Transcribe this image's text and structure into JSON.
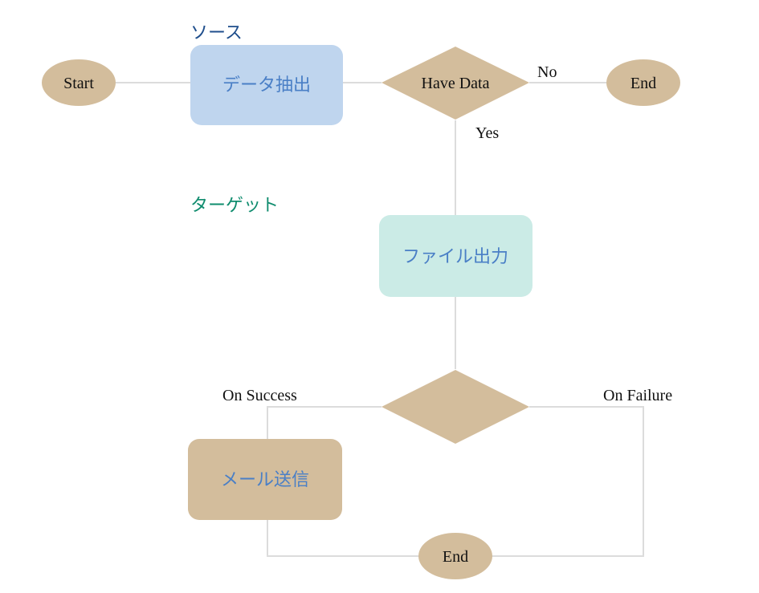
{
  "section_labels": {
    "source": "ソース",
    "target": "ターゲット"
  },
  "nodes": {
    "start": "Start",
    "extract": "データ抽出",
    "have_data": "Have Data",
    "end_no": "End",
    "file_output": "ファイル出力",
    "result_decision": "",
    "send_mail": "メール送信",
    "end_final": "End"
  },
  "edge_labels": {
    "no": "No",
    "yes": "Yes",
    "on_success": "On Success",
    "on_failure": "On Failure"
  },
  "colors": {
    "tan": "#d3bd9c",
    "light_blue": "#bfd5ee",
    "light_teal": "#cbebe6",
    "blue_text": "#4a7fc6",
    "source_label": "#1f4e8c",
    "target_label": "#0f8c6e",
    "connector": "#dcdcdc"
  }
}
